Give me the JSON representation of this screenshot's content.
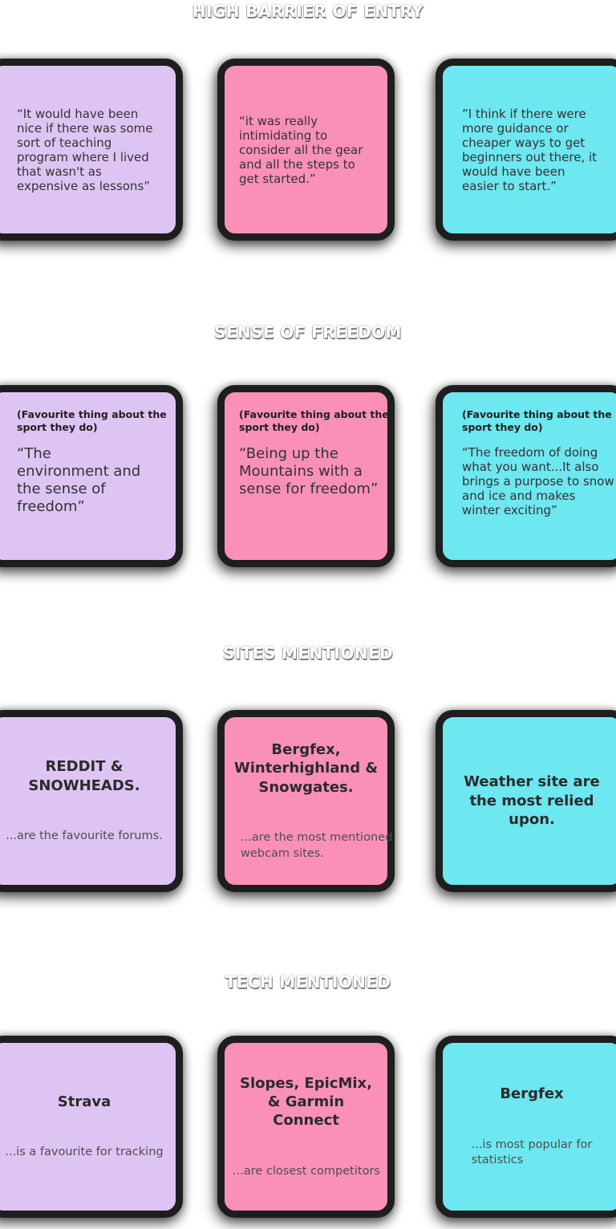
{
  "board": {
    "palette": {
      "note_purple": "#DEC4F3",
      "note_pink": "#FA90B8",
      "note_cyan": "#6DE7F0",
      "note_border": "#1E1E1E",
      "heading_text": "#FFFFFF",
      "quote_text": "#333333",
      "subtitle_text": "#4E4E4E"
    },
    "sections": [
      {
        "heading": "HIGH BARRIER OF ENTRY",
        "cards": [
          {
            "color": "purple",
            "quote": "“It would have been\nnice if there was some\nsort of teaching\nprogram where I lived\nthat wasn't as\nexpensive as lessons”"
          },
          {
            "color": "pink",
            "quote": "“it was really\nintimidating to\nconsider all the gear\nand all the steps to\nget started.”"
          },
          {
            "color": "cyan",
            "quote": "”I think if there were\nmore guidance or\ncheaper ways to get\nbeginners out there, it\nwould have been\neasier to start.”"
          }
        ]
      },
      {
        "heading": "SENSE OF FREEDOM",
        "cards": [
          {
            "color": "purple",
            "label": "(Favourite thing about the\nsport they do)",
            "quote": "“The\nenvironment and\nthe sense of\nfreedom”"
          },
          {
            "color": "pink",
            "label": "(Favourite thing about the\nsport they do)",
            "quote": "“Being up the\nMountains with a\nsense for freedom”"
          },
          {
            "color": "cyan",
            "label": "(Favourite thing about the\nsport they do)",
            "quote": "“The freedom of doing\nwhat you want...It also\nbrings a purpose to snow\nand ice and makes\nwinter exciting”"
          }
        ]
      },
      {
        "heading": "SITES MENTIONED",
        "cards": [
          {
            "color": "purple",
            "title": "REDDIT &\nSNOWHEADS.",
            "subtitle": "...are the favourite forums."
          },
          {
            "color": "pink",
            "title": "Bergfex,\nWinterhighland &\nSnowgates.",
            "subtitle": "...are the most mentioned\nwebcam sites."
          },
          {
            "color": "cyan",
            "title": "Weather site are\nthe most relied\nupon.",
            "subtitle": ""
          }
        ]
      },
      {
        "heading": "TECH MENTIONED",
        "cards": [
          {
            "color": "purple",
            "title": "Strava",
            "subtitle": "...is a favourite for tracking"
          },
          {
            "color": "pink",
            "title": "Slopes, EpicMix,\n& Garmin\nConnect",
            "subtitle": "...are closest competitors"
          },
          {
            "color": "cyan",
            "title": "Bergfex",
            "subtitle": "...is most popular for\nstatistics"
          }
        ]
      }
    ]
  }
}
